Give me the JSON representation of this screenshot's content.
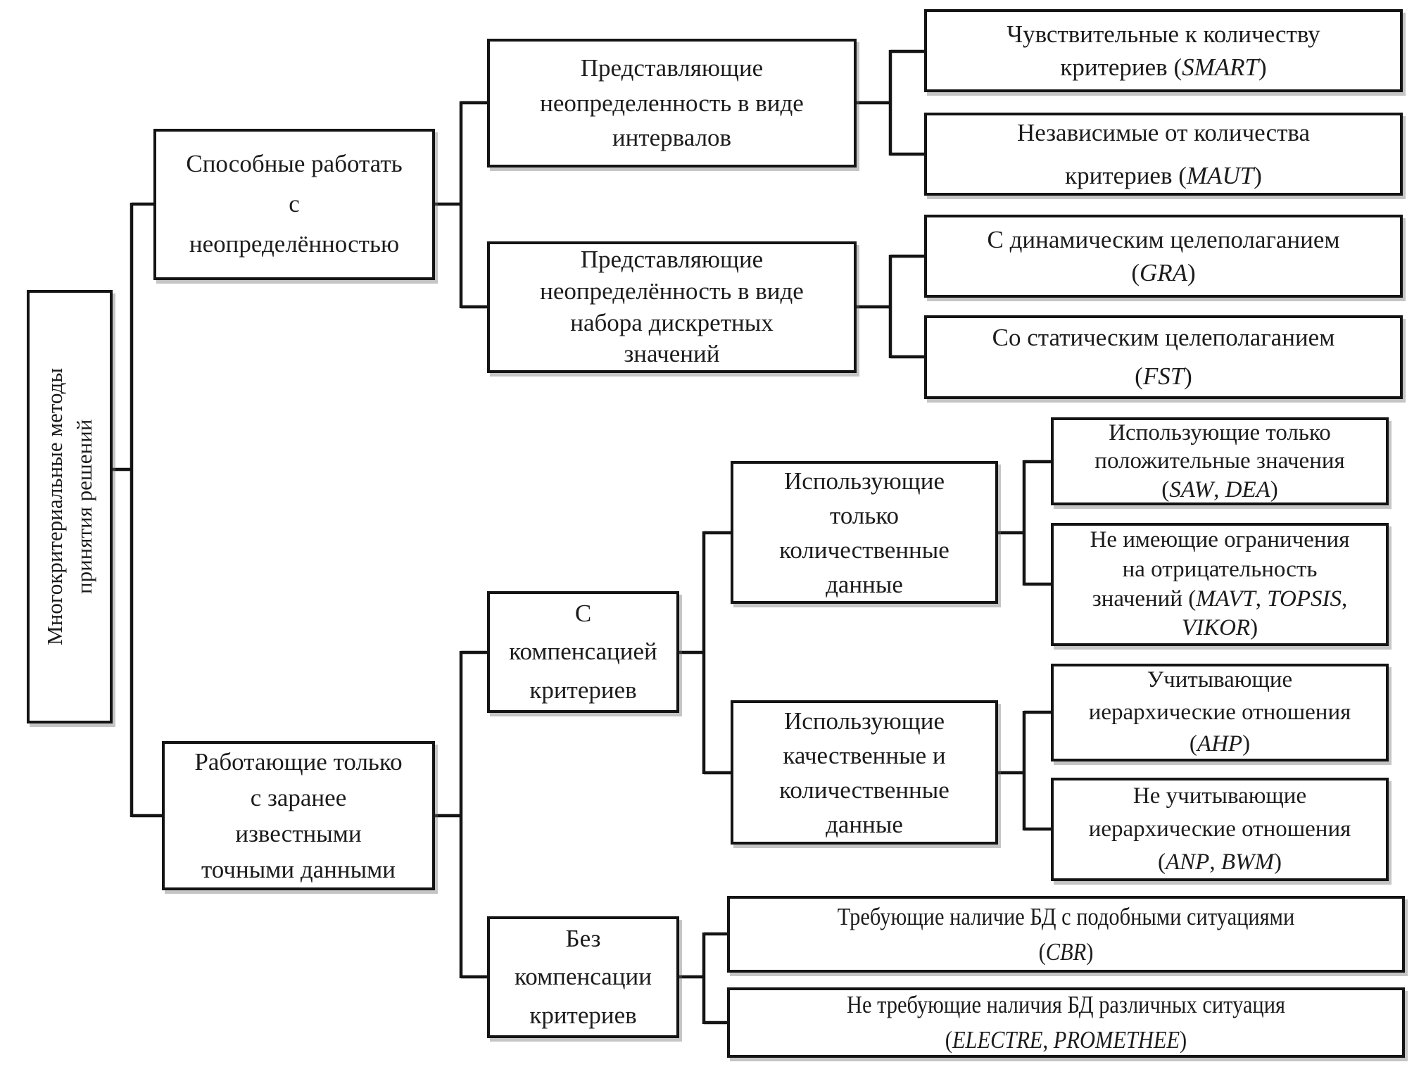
{
  "diagram": {
    "title": "Многокритериальные методы принятия решений",
    "accent_colors": {
      "line": "#141414",
      "box_fill": "#ffffff",
      "text": "#1c1c1c"
    },
    "nodes": {
      "root": {
        "lines": [
          [
            "Многокритериальные методы"
          ],
          [
            "принятия решений"
          ]
        ]
      },
      "b1": {
        "lines": [
          [
            "Способные работать"
          ],
          [
            "с"
          ],
          [
            "неопределённостью"
          ]
        ]
      },
      "b2": {
        "lines": [
          [
            "Работающие только"
          ],
          [
            "с заранее"
          ],
          [
            "известными"
          ],
          [
            "точными данными"
          ]
        ]
      },
      "c1": {
        "lines": [
          [
            "Представляющие"
          ],
          [
            "неопределенность в виде"
          ],
          [
            "интервалов"
          ]
        ]
      },
      "c2": {
        "lines": [
          [
            "Представляющие"
          ],
          [
            "неопределённость в виде"
          ],
          [
            "набора дискретных"
          ],
          [
            "значений"
          ]
        ]
      },
      "d1": {
        "lines": [
          [
            "Чувствительные к количеству"
          ],
          [
            "критериев (",
            {
              "i": "SMART"
            },
            ")"
          ]
        ]
      },
      "d2": {
        "lines": [
          [
            "Независимые от количества"
          ],
          [
            "критериев (",
            {
              "i": "MAUT"
            },
            ")"
          ]
        ]
      },
      "d3": {
        "lines": [
          [
            "С динамическим целеполаганием"
          ],
          [
            "(",
            {
              "i": "GRA"
            },
            ")"
          ]
        ]
      },
      "d4": {
        "lines": [
          [
            "Со статическим целеполаганием"
          ],
          [
            "(",
            {
              "i": "FST"
            },
            ")"
          ]
        ]
      },
      "e1": {
        "lines": [
          [
            "С"
          ],
          [
            "компенсацией"
          ],
          [
            "критериев"
          ]
        ]
      },
      "e2": {
        "lines": [
          [
            "Без"
          ],
          [
            "компенсации"
          ],
          [
            "критериев"
          ]
        ]
      },
      "f1": {
        "lines": [
          [
            "Использующие"
          ],
          [
            "только"
          ],
          [
            "количественные"
          ],
          [
            "данные"
          ]
        ]
      },
      "f2": {
        "lines": [
          [
            "Использующие"
          ],
          [
            "качественные и"
          ],
          [
            "количественные"
          ],
          [
            "данные"
          ]
        ]
      },
      "g1": {
        "lines": [
          [
            "Использующие только"
          ],
          [
            "положительные значения"
          ],
          [
            "(",
            {
              "i": "SAW"
            },
            ", ",
            {
              "i": "DEA"
            },
            ")"
          ]
        ]
      },
      "g2": {
        "lines": [
          [
            "Не имеющие ограничения"
          ],
          [
            "на отрицательность"
          ],
          [
            "значений (",
            {
              "i": "MAVT"
            },
            ", ",
            {
              "i": "TOPSIS"
            },
            ","
          ],
          [
            {
              "i": "VIKOR"
            },
            ")"
          ]
        ]
      },
      "g3": {
        "lines": [
          [
            "Учитывающие"
          ],
          [
            "иерархические отношения"
          ],
          [
            "(",
            {
              "i": "AHP"
            },
            ")"
          ]
        ]
      },
      "g4": {
        "lines": [
          [
            "Не учитывающие"
          ],
          [
            "иерархические отношения"
          ],
          [
            "(",
            {
              "i": "ANP"
            },
            ", ",
            {
              "i": "BWM"
            },
            ")"
          ]
        ]
      },
      "h1": {
        "lines": [
          [
            "Требующие наличие БД с подобными ситуациями"
          ],
          [
            "(",
            {
              "i": "CBR"
            },
            ")"
          ]
        ]
      },
      "h2": {
        "lines": [
          [
            "Не требующие наличия БД различных ситуация"
          ],
          [
            "(",
            {
              "i": "ELECTRE"
            },
            ", ",
            {
              "i": "PROMETHEE"
            },
            ")"
          ]
        ]
      }
    }
  }
}
